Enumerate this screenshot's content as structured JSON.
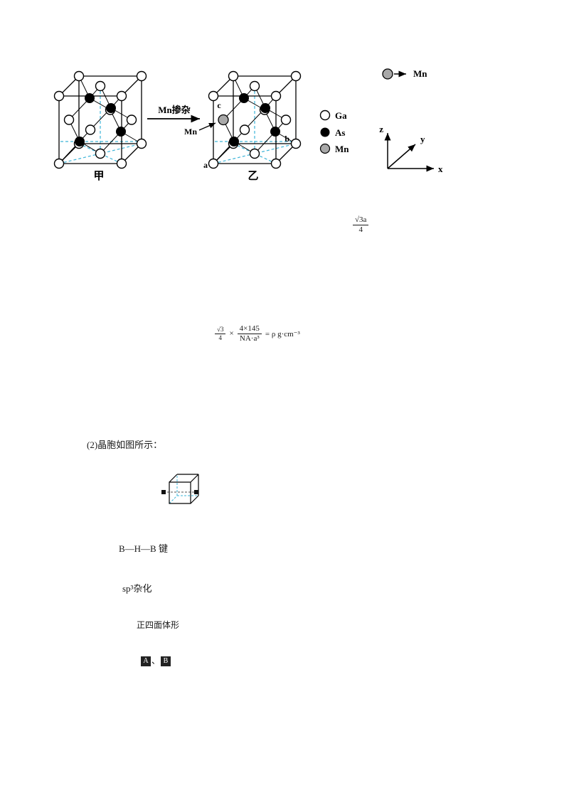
{
  "figure": {
    "left_cell_label": "甲",
    "right_cell_label": "乙",
    "arrow_label": "Mn掺杂",
    "mn_left_callout": "Mn",
    "mn_top_callout": "Mn",
    "label_a": "a",
    "label_b": "b",
    "label_c": "c",
    "legend": [
      {
        "label": "Ga",
        "swatch": "white-circle"
      },
      {
        "label": "As",
        "swatch": "black-circle"
      },
      {
        "label": "Mn",
        "swatch": "gray-circle"
      }
    ],
    "axis": {
      "x": "x",
      "y": "y",
      "z": "z"
    },
    "colors": {
      "edge": "#000000",
      "dash": "#3cb4d8",
      "ga": "#ffffff",
      "as": "#000000",
      "mn": "#a8a8a8"
    }
  },
  "fragments": {
    "f1": {
      "num": "√3a",
      "den": "4"
    },
    "f2": {
      "pnum": "√3",
      "pden": "4",
      "op": "×",
      "num": "4×145",
      "den": "NA·a³",
      "result": "= ρ g·cm⁻³"
    },
    "f3": "(2)晶胞如图所示：",
    "f5": "B—H—B 键",
    "f6": "sp³杂化",
    "f7": "正四面体形",
    "f8": {
      "left": "A",
      "sep": "、",
      "right": "B"
    }
  }
}
